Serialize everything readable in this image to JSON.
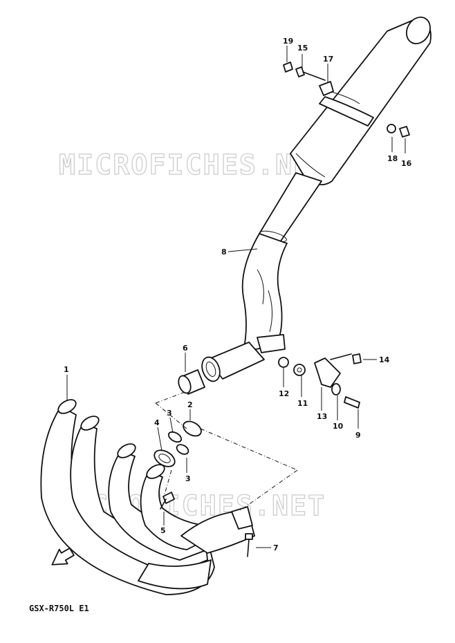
{
  "diagram": {
    "model_label": "GSX-R750L E1",
    "watermarks": [
      "MICROFICHES.NET",
      "MICROFICHES.NET"
    ],
    "callouts": [
      {
        "id": "c19",
        "label": "19"
      },
      {
        "id": "c15",
        "label": "15"
      },
      {
        "id": "c17",
        "label": "17"
      },
      {
        "id": "c18",
        "label": "18"
      },
      {
        "id": "c16",
        "label": "16"
      },
      {
        "id": "c8",
        "label": "8"
      },
      {
        "id": "c6",
        "label": "6"
      },
      {
        "id": "c14",
        "label": "14"
      },
      {
        "id": "c12",
        "label": "12"
      },
      {
        "id": "c11",
        "label": "11"
      },
      {
        "id": "c13",
        "label": "13"
      },
      {
        "id": "c10",
        "label": "10"
      },
      {
        "id": "c9",
        "label": "9"
      },
      {
        "id": "c1",
        "label": "1"
      },
      {
        "id": "c2",
        "label": "2"
      },
      {
        "id": "c3a",
        "label": "3"
      },
      {
        "id": "c4",
        "label": "4"
      },
      {
        "id": "c3b",
        "label": "3"
      },
      {
        "id": "c5",
        "label": "5"
      },
      {
        "id": "c7",
        "label": "7"
      }
    ]
  }
}
